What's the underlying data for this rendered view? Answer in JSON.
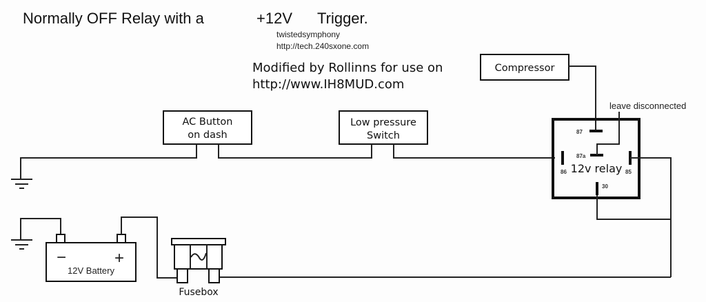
{
  "title": {
    "prefix": "Normally OFF Relay with a",
    "voltage": "+12V",
    "suffix": "Trigger."
  },
  "credits": {
    "author": "twistedsymphony",
    "author_url": "http://tech.240sxone.com",
    "modified_line1": "Modified by Rollinns for use on",
    "modified_line2": "http://www.IH8MUD.com"
  },
  "components": {
    "compressor": {
      "label": "Compressor"
    },
    "ac_button": {
      "line1": "AC Button",
      "line2": "on dash"
    },
    "low_pressure_switch": {
      "line1": "Low pressure",
      "line2": "Switch"
    },
    "relay": {
      "label": "12v relay",
      "pins": {
        "p87": "87",
        "p87a": "87a",
        "p86": "86",
        "p85": "85",
        "p30": "30"
      },
      "note": "leave disconnected"
    },
    "battery": {
      "label": "12V Battery",
      "negative": "−",
      "positive": "+"
    },
    "fusebox": {
      "label": "Fusebox"
    }
  }
}
